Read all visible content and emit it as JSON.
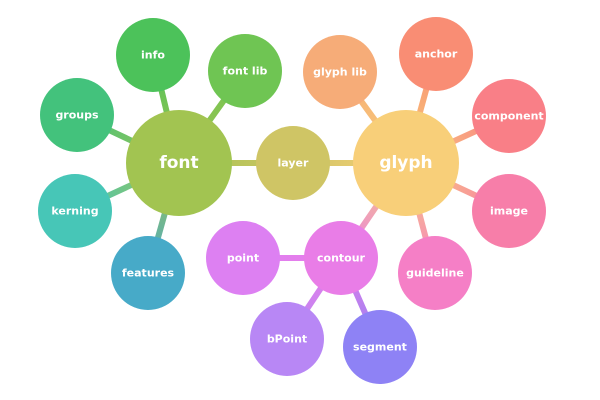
{
  "nodes": [
    {
      "id": "font",
      "label": "font",
      "color": "#a2c451",
      "size": "large"
    },
    {
      "id": "info",
      "label": "info",
      "color": "#4cc25a",
      "size": "small"
    },
    {
      "id": "fontlib",
      "label": "font lib",
      "color": "#6fc553",
      "size": "small"
    },
    {
      "id": "groups",
      "label": "groups",
      "color": "#43c27c",
      "size": "small"
    },
    {
      "id": "kerning",
      "label": "kerning",
      "color": "#47c6b7",
      "size": "small"
    },
    {
      "id": "features",
      "label": "features",
      "color": "#47aac8",
      "size": "small"
    },
    {
      "id": "layer",
      "label": "layer",
      "color": "#cfc565",
      "size": "small"
    },
    {
      "id": "glyph",
      "label": "glyph",
      "color": "#f8cf79",
      "size": "large"
    },
    {
      "id": "glyphlib",
      "label": "glyph lib",
      "color": "#f6ac78",
      "size": "small"
    },
    {
      "id": "anchor",
      "label": "anchor",
      "color": "#f98d74",
      "size": "small"
    },
    {
      "id": "component",
      "label": "component",
      "color": "#f97f87",
      "size": "small"
    },
    {
      "id": "image",
      "label": "image",
      "color": "#f77ea9",
      "size": "small"
    },
    {
      "id": "guideline",
      "label": "guideline",
      "color": "#f57fc6",
      "size": "small"
    },
    {
      "id": "contour",
      "label": "contour",
      "color": "#e97de7",
      "size": "small"
    },
    {
      "id": "point",
      "label": "point",
      "color": "#dd80f2",
      "size": "small"
    },
    {
      "id": "bpoint",
      "label": "bPoint",
      "color": "#b887f5",
      "size": "small"
    },
    {
      "id": "segment",
      "label": "segment",
      "color": "#8e82f5",
      "size": "small"
    }
  ],
  "edges": [
    {
      "from": "font",
      "to": "info"
    },
    {
      "from": "font",
      "to": "fontlib"
    },
    {
      "from": "font",
      "to": "groups"
    },
    {
      "from": "font",
      "to": "kerning"
    },
    {
      "from": "font",
      "to": "features"
    },
    {
      "from": "font",
      "to": "layer"
    },
    {
      "from": "layer",
      "to": "glyph"
    },
    {
      "from": "glyph",
      "to": "glyphlib"
    },
    {
      "from": "glyph",
      "to": "anchor"
    },
    {
      "from": "glyph",
      "to": "component"
    },
    {
      "from": "glyph",
      "to": "image"
    },
    {
      "from": "glyph",
      "to": "guideline"
    },
    {
      "from": "glyph",
      "to": "contour"
    },
    {
      "from": "contour",
      "to": "point"
    },
    {
      "from": "contour",
      "to": "bpoint"
    },
    {
      "from": "contour",
      "to": "segment"
    }
  ]
}
